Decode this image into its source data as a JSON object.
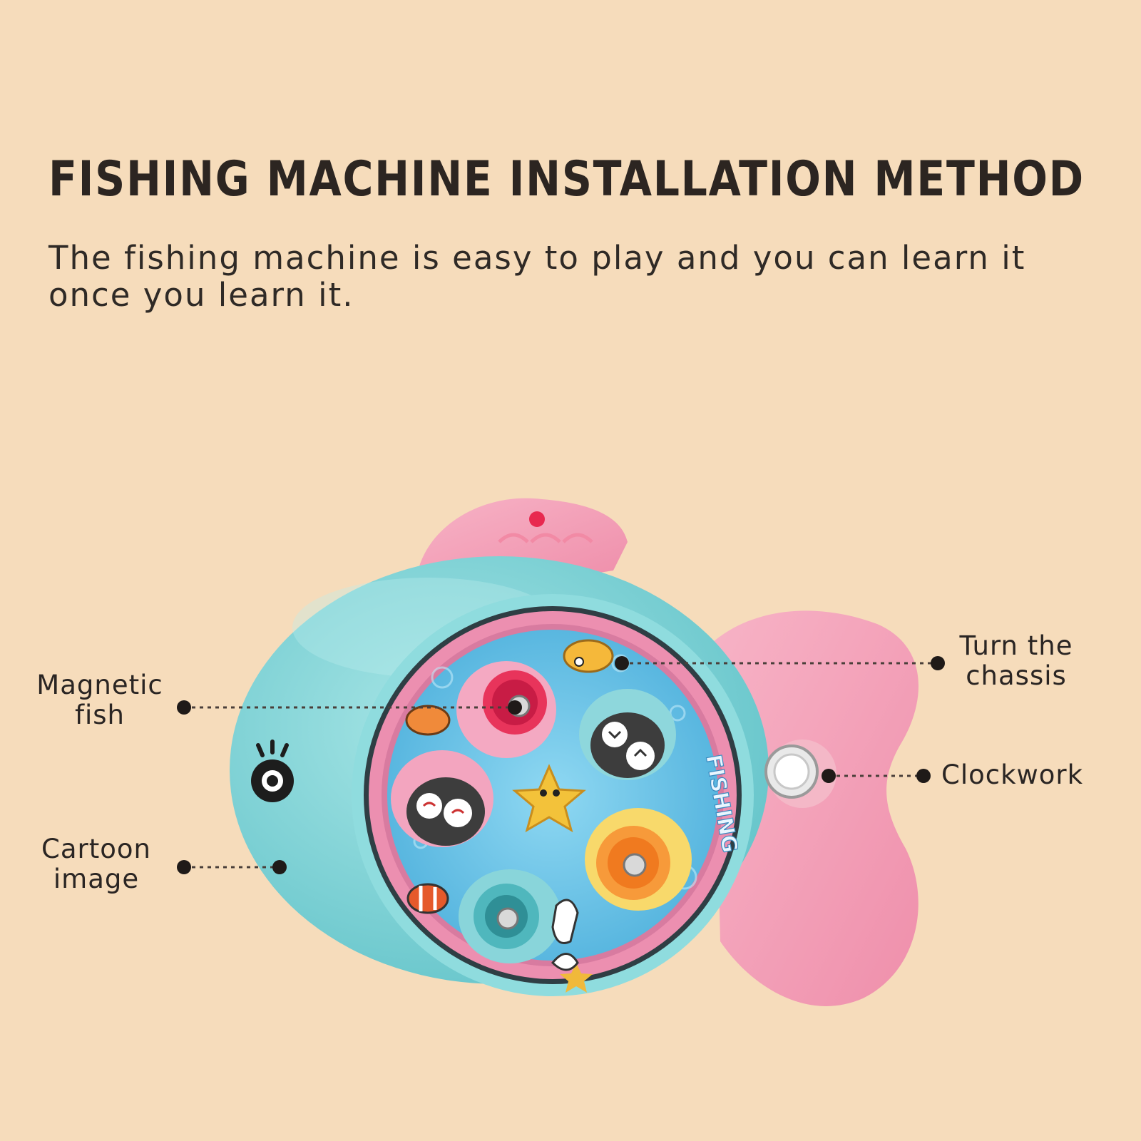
{
  "header": {
    "title": "FISHING MACHINE INSTALLATION METHOD",
    "subtitle": "The fishing machine is easy to play and you can learn it once you learn it."
  },
  "callouts": {
    "magnetic_fish": [
      "Magnetic",
      "fish"
    ],
    "cartoon_image": [
      "Cartoon",
      "image"
    ],
    "turn_chassis": [
      "Turn the",
      "chassis"
    ],
    "clockwork": [
      "Clockwork"
    ]
  },
  "toy": {
    "board_label": "FISHING"
  },
  "colors": {
    "background": "#f6dcbb",
    "body_teal": "#7fd3d6",
    "fin_pink": "#f4a3b8",
    "pond_blue": "#6fc6e8",
    "text_dark": "#2c2521"
  }
}
